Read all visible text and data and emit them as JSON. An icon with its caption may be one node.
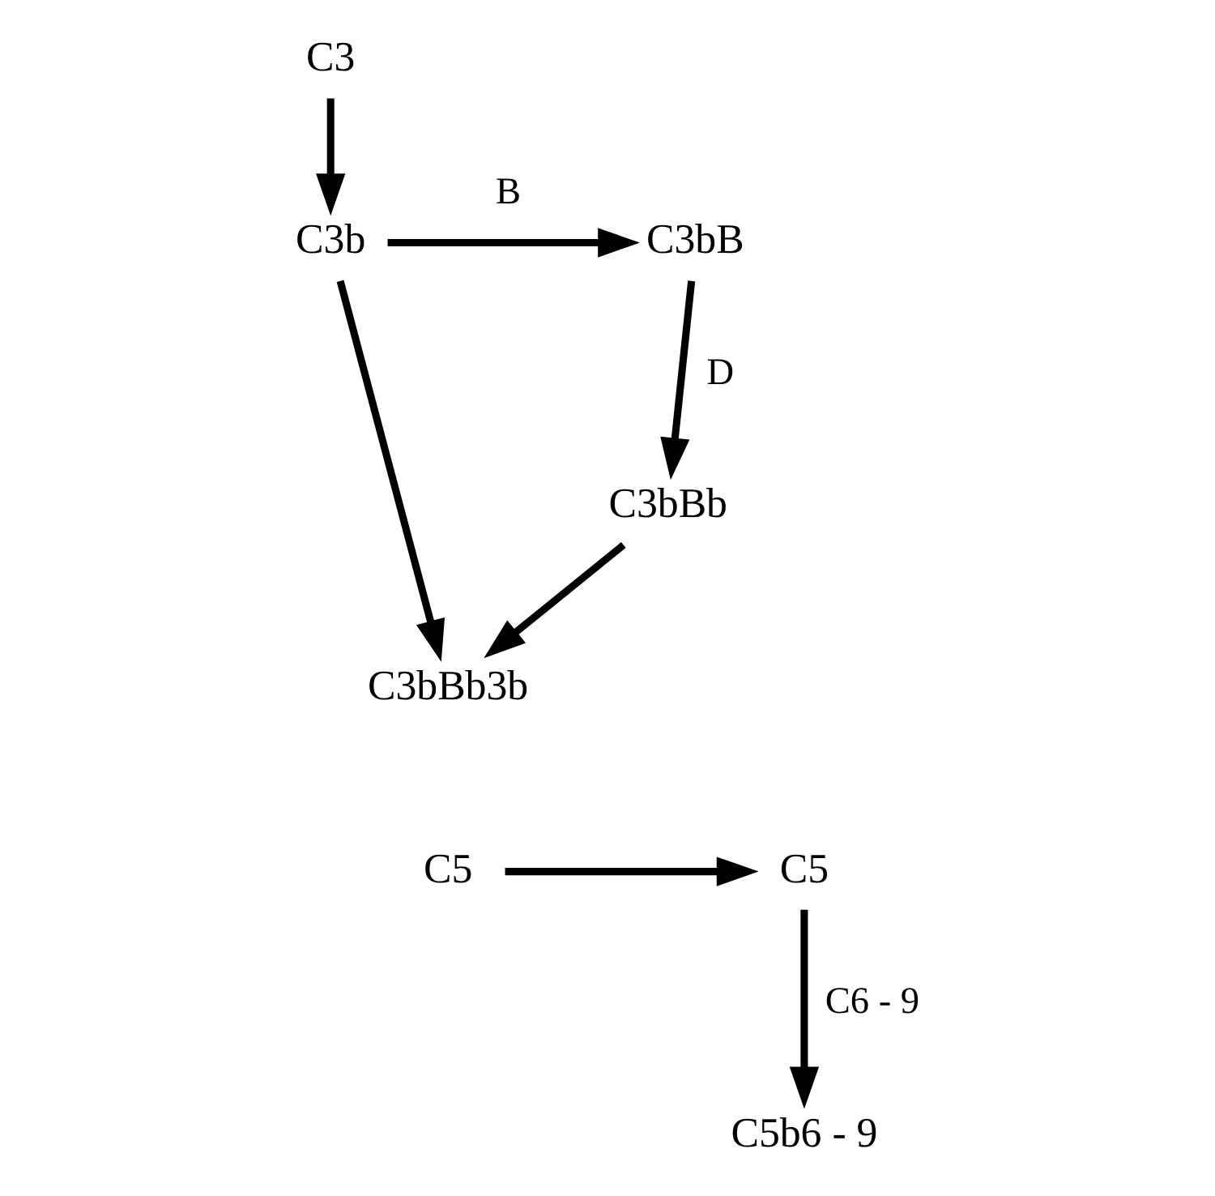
{
  "diagram": {
    "nodes": [
      {
        "text": [
          "C3"
        ]
      },
      {
        "text": [
          "C3bBb"
        ]
      },
      {
        "text": [
          "C3bB"
        ]
      },
      {
        "text": [
          "C3b"
        ]
      },
      {
        "text": [
          "C3bBb3b"
        ]
      },
      {
        "text": [
          "C5"
        ]
      },
      {
        "text": [
          "C5"
        ]
      },
      {
        "text": [
          "C5b6 - 9"
        ]
      }
    ],
    "edges": [
      {
        "from": 0,
        "to": 3,
        "arrow": "to"
      },
      {
        "from": 3,
        "to": 2,
        "arrow": "to",
        "label": "B"
      },
      {
        "from": 2,
        "to": 1,
        "arrow": "to",
        "label": "D"
      },
      {
        "from": 1,
        "to": 4,
        "arrow": "to"
      },
      {
        "from": 3,
        "to": 4,
        "arrow": "to"
      },
      {
        "from": 5,
        "to": 6,
        "arrow": "to"
      },
      {
        "from": 6,
        "to": 7,
        "arrow": "to",
        "label": "C6 - 9"
      }
    ]
  }
}
